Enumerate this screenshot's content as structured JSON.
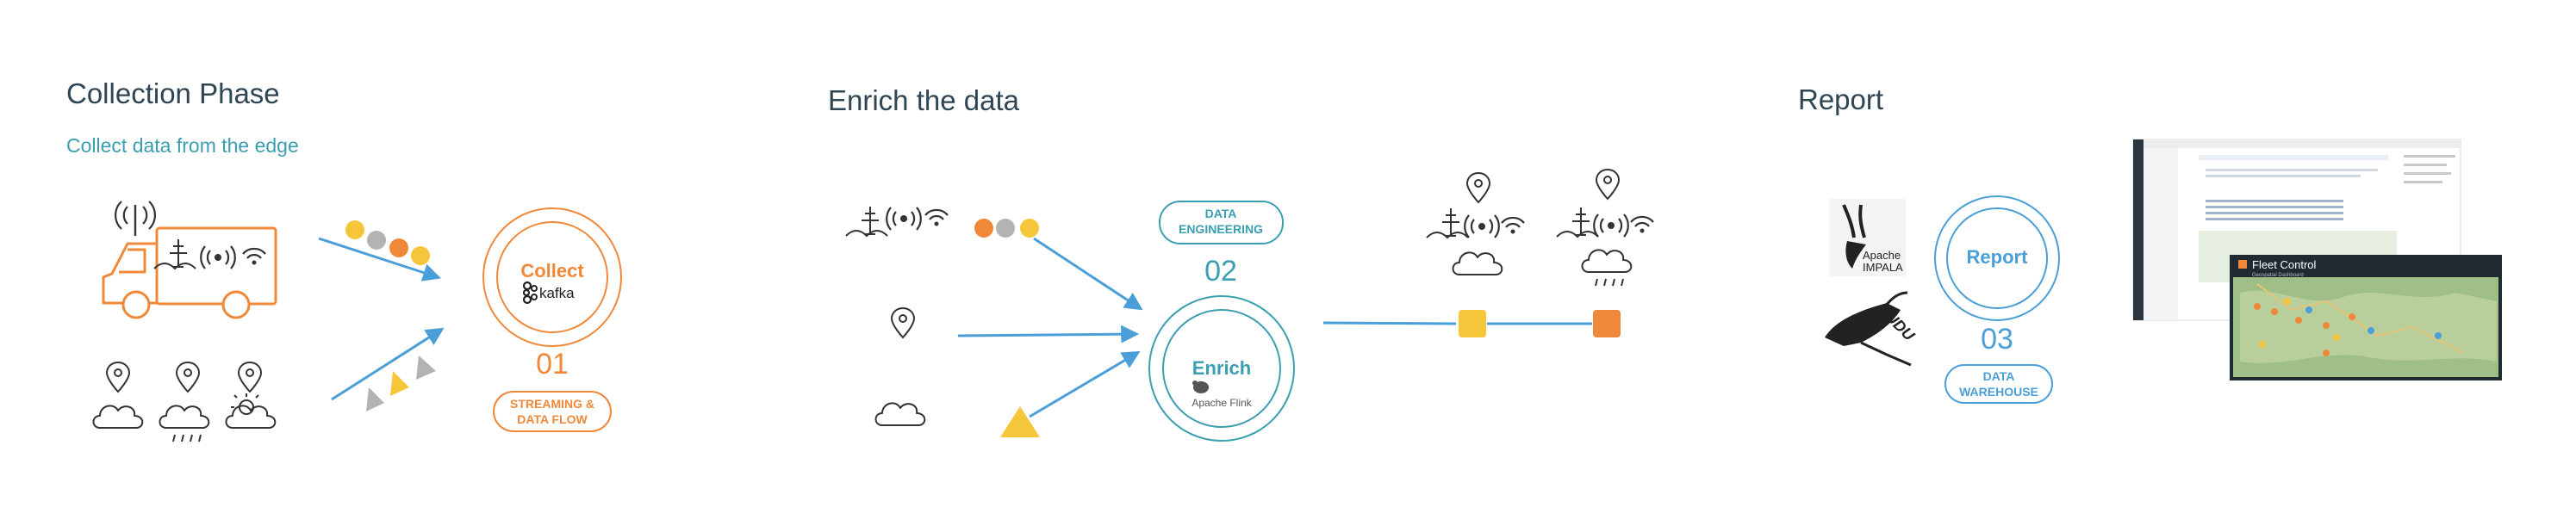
{
  "colors": {
    "orange": "#f0883a",
    "blue": "#4a9fd8",
    "teal": "#3a9fb0",
    "heading": "#2f4553",
    "yellow": "#f5c53a",
    "gray": "#b3b3b3",
    "icon": "#333333",
    "dark": "#1f2a33"
  },
  "collection": {
    "title": "Collection Phase",
    "subtitle": "Collect data from the edge",
    "ring_label": "Collect",
    "kafka_logo": "kafka",
    "number": "01",
    "pill": [
      "STREAMING &",
      "DATA FLOW"
    ],
    "icons": [
      "antenna-icon",
      "truck-icon",
      "oil-rig-icon",
      "sensor-signal-icon",
      "wifi-icon",
      "location-pin-icon",
      "cloud-icon",
      "rain-cloud-icon",
      "sun-cloud-icon"
    ]
  },
  "enrich": {
    "title": "Enrich the data",
    "ring_label": "Enrich",
    "flink_logo": "Apache Flink",
    "number": "02",
    "pill": [
      "DATA",
      "ENGINEERING"
    ]
  },
  "report": {
    "title": "Report",
    "ring_label": "Report",
    "number": "03",
    "pill": [
      "DATA",
      "WAREHOUSE"
    ],
    "impala_logo": [
      "Apache",
      "IMPALA"
    ],
    "kudu_logo": "KUDU",
    "dashboard_title": "Fleet Control",
    "dashboard_subtitle": "Geospatial Dashboard"
  }
}
